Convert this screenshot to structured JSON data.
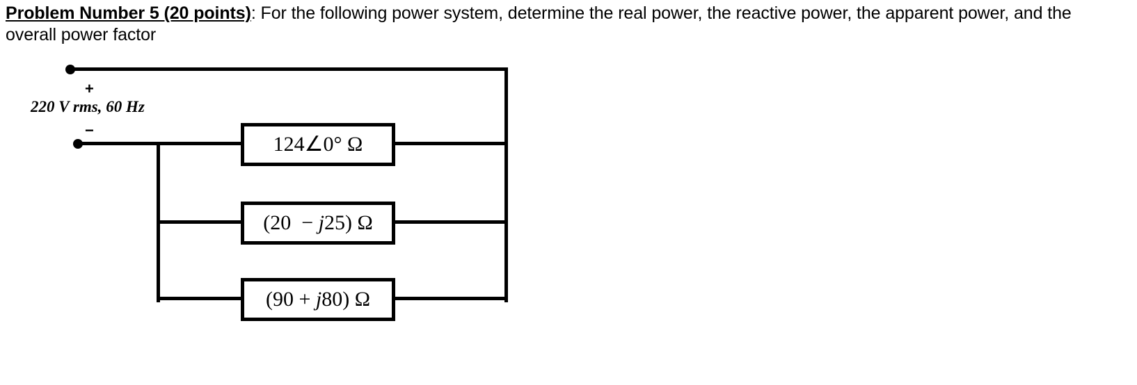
{
  "problem": {
    "lead": "Problem Number 5 (20 points)",
    "body": ": For the following power system, determine the real power, the reactive power, the apparent power, and the overall power factor"
  },
  "circuit": {
    "source": {
      "label": "220 V rms, 60 Hz",
      "plus": "+",
      "minus": "−",
      "voltage_rms": "220 V",
      "frequency": "60 Hz"
    },
    "branches": [
      {
        "name": "branch-1",
        "label_prefix": "124∠0° ",
        "label_j": "",
        "label_suffix": "Ω",
        "full_label": "124∠0° Ω"
      },
      {
        "name": "branch-2",
        "label_prefix": "(20  − ",
        "label_j": "j",
        "label_suffix": "25) Ω",
        "full_label": "(20  − j25) Ω"
      },
      {
        "name": "branch-3",
        "label_prefix": "(90 + ",
        "label_j": "j",
        "label_suffix": "80) Ω",
        "full_label": "(90 + j80) Ω"
      }
    ],
    "colors": {
      "wire": "#000000",
      "background": "#ffffff",
      "text": "#000000"
    }
  }
}
